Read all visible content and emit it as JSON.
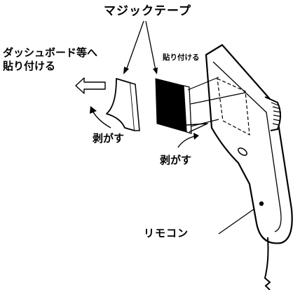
{
  "labels": {
    "magic_tape": "マジックテープ",
    "attach_dashboard_line1": "ダッシュボード等へ",
    "attach_dashboard_line2": "貼り付ける",
    "attach": "貼り付ける",
    "peel_left": "剥がす",
    "peel_right": "剥がす",
    "remote": "リモコン"
  }
}
